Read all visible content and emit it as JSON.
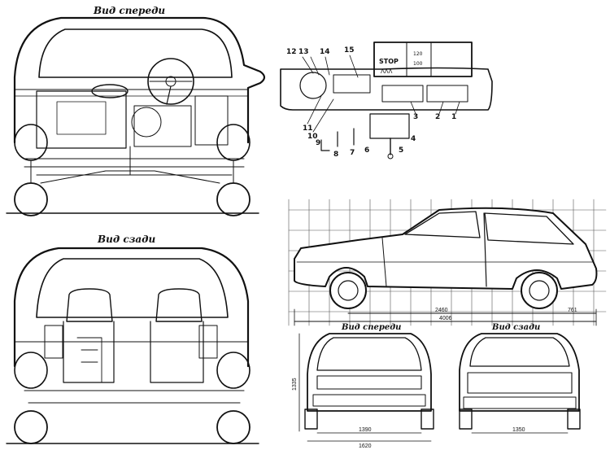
{
  "titles": {
    "front_big": "Вид спереди",
    "rear_big": "Вид сзади",
    "front_small": "Вид спереди",
    "rear_small": "Вид сзади"
  },
  "dashboard": {
    "callouts": [
      "1",
      "2",
      "3",
      "4",
      "5",
      "6",
      "7",
      "8",
      "9",
      "10",
      "11",
      "12",
      "13",
      "14",
      "15"
    ],
    "panel_text": [
      "STOP",
      "ΛΛΛ",
      "120",
      "100"
    ]
  },
  "dimensions": {
    "wheelbase": "2460",
    "overall_length": "4006",
    "rear_overhang": "761",
    "height": "1335",
    "front_track": "1390",
    "overall_width": "1620",
    "rear_track": "1350"
  }
}
